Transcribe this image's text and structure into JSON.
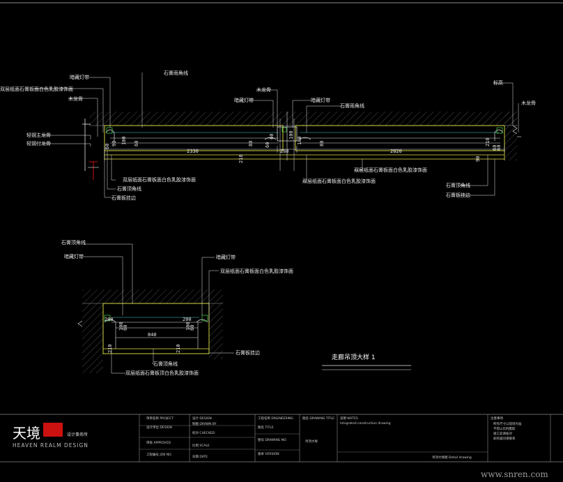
{
  "colors": {
    "background": "#000000",
    "yellow": "#e6e64a",
    "cyan": "#3fd8d8",
    "white": "#e8e8e8",
    "red": "#cc1111",
    "green": "#50d850",
    "hatch": "#6a6a6a",
    "frame": "#8a8a8a"
  },
  "section1": {
    "labels": {
      "l1": "暗藏灯带",
      "l2": "石膏雨角线",
      "l3": "双层纸面石膏板面白色乳胶漆饰面",
      "l4": "木龙骨",
      "l5": "轻钢主龙骨",
      "l6": "轻钢付龙骨",
      "l7": "木龙骨",
      "l8": "暗藏灯带",
      "l9": "石膏雨角线",
      "l10": "暗藏灯带",
      "l11": "木龙骨",
      "l12": "双层纸面石膏板面白色乳胶漆饰面",
      "l13": "双层纸面石膏板面白色乳胶漆饰面",
      "l14": "石膏顶角线",
      "l15": "石膏板挂边",
      "l16": "双层纸面石膏板面白色乳胶漆饰面",
      "l17": "石膏顶角线",
      "l18": "石膏板挂边",
      "l19": "标高"
    },
    "dims": {
      "d1": "2330",
      "d2": "2820",
      "d3": "280",
      "d4": "90",
      "d5": "60",
      "d6": "210",
      "d7": "80",
      "d8": "80",
      "d9": "60",
      "d10": "90",
      "d11": "210",
      "d12": "100",
      "d13": "60",
      "d14": "100",
      "d15": "60",
      "d16": "60",
      "d17": "60",
      "d18": "100"
    }
  },
  "section2": {
    "labels": {
      "l1": "石膏顶角线",
      "l2": "暗藏灯带",
      "l3": "暗藏灯带",
      "l4": "双层纸面石膏板面白色乳胶漆饰面",
      "l5": "石膏板挂边",
      "l6": "石膏顶角线",
      "l7": "双层纸面石膏板顶白色乳胶漆饰面"
    },
    "dims": {
      "d1": "840",
      "d2": "200",
      "d3": "210",
      "d4": "200",
      "d5": "210",
      "d6": "100",
      "d7": "60",
      "d8": "100",
      "d9": "60"
    },
    "title": "走廊吊顶大样 1"
  },
  "logo": {
    "cn_main": "天境",
    "cn_sub": "设计事务所",
    "en": "HEAVEN REALM DESIGN"
  },
  "titleblock": {
    "c1": [
      "项目名称 PROJECT",
      "设计单位 DESIGN",
      "审核 APPROVED",
      "工程编号 JOB NO."
    ],
    "c2": [
      "设计 DESIGN",
      "制图 DRAWN BY",
      "校对 CHECKED",
      "比例 SCALE",
      "日期 DATE"
    ],
    "c3": [
      "工程名称 ENGINEERING",
      "图名 TITLE",
      "图号 DRAWING NO.",
      "版本 VERSION"
    ],
    "c4": [
      "图名 DRAWING TITLE",
      "吊顶大样"
    ],
    "c5": [
      "说明 NOTES",
      "Integrated construction drawing",
      "吊顶大样图 Detail drawing"
    ],
    "c6": [
      "注意事项",
      "所有尺寸以现场为准",
      "不得以比例量取",
      "施工前请核对",
      "如有疑问请联系"
    ]
  },
  "watermark": "www.snren.com"
}
